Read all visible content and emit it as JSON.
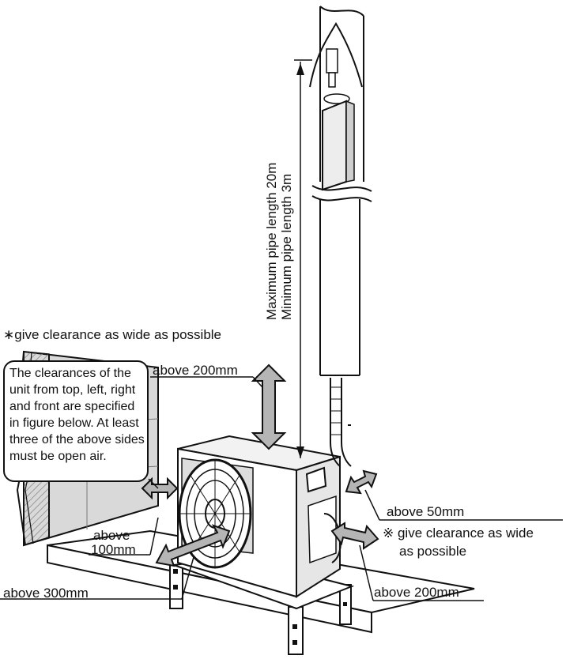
{
  "diagram": {
    "note_general": "∗give clearance as wide as possible",
    "note_box_lines": [
      "The clearances of the",
      "unit from top, left, right",
      "and front are specified",
      "in figure below. At least",
      "three of the above sides",
      "must be open air."
    ],
    "pipe_max": "Maximum pipe length 20m",
    "pipe_min": "Minimum pipe length 3m",
    "clearance_top": "above 200mm",
    "clearance_left_1": "above",
    "clearance_left_2": "100mm",
    "clearance_front": "above 300mm",
    "clearance_right_top": "above  50mm",
    "clearance_right_note_1": "※ give clearance as wide",
    "clearance_right_note_2": "as possible",
    "clearance_right_bottom": "above 200mm"
  }
}
